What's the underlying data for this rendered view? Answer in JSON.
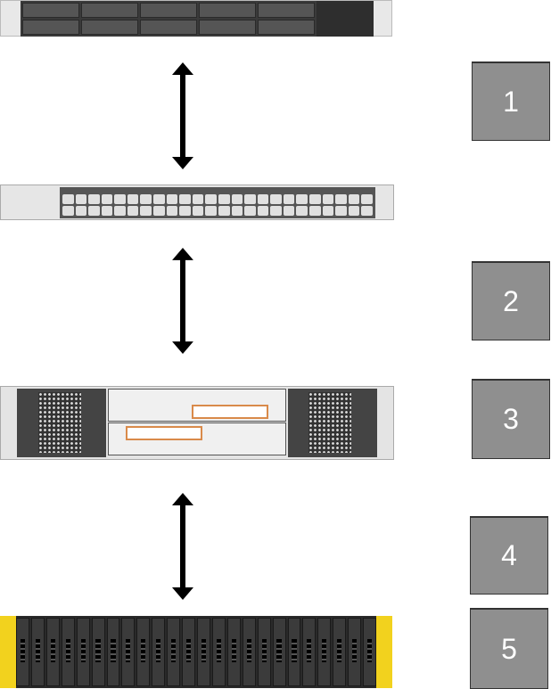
{
  "steps": [
    {
      "label": "1"
    },
    {
      "label": "2"
    },
    {
      "label": "3"
    },
    {
      "label": "4"
    },
    {
      "label": "5"
    }
  ],
  "devices": [
    "rack-server",
    "fibre-channel-switch",
    "storage-array-controller-enclosure",
    "drive-enclosure"
  ],
  "colors": {
    "box": "#8f8f8f",
    "arrow": "#000000",
    "drive_ear": "#f2d21e",
    "slot_outline": "#d98a4a"
  }
}
